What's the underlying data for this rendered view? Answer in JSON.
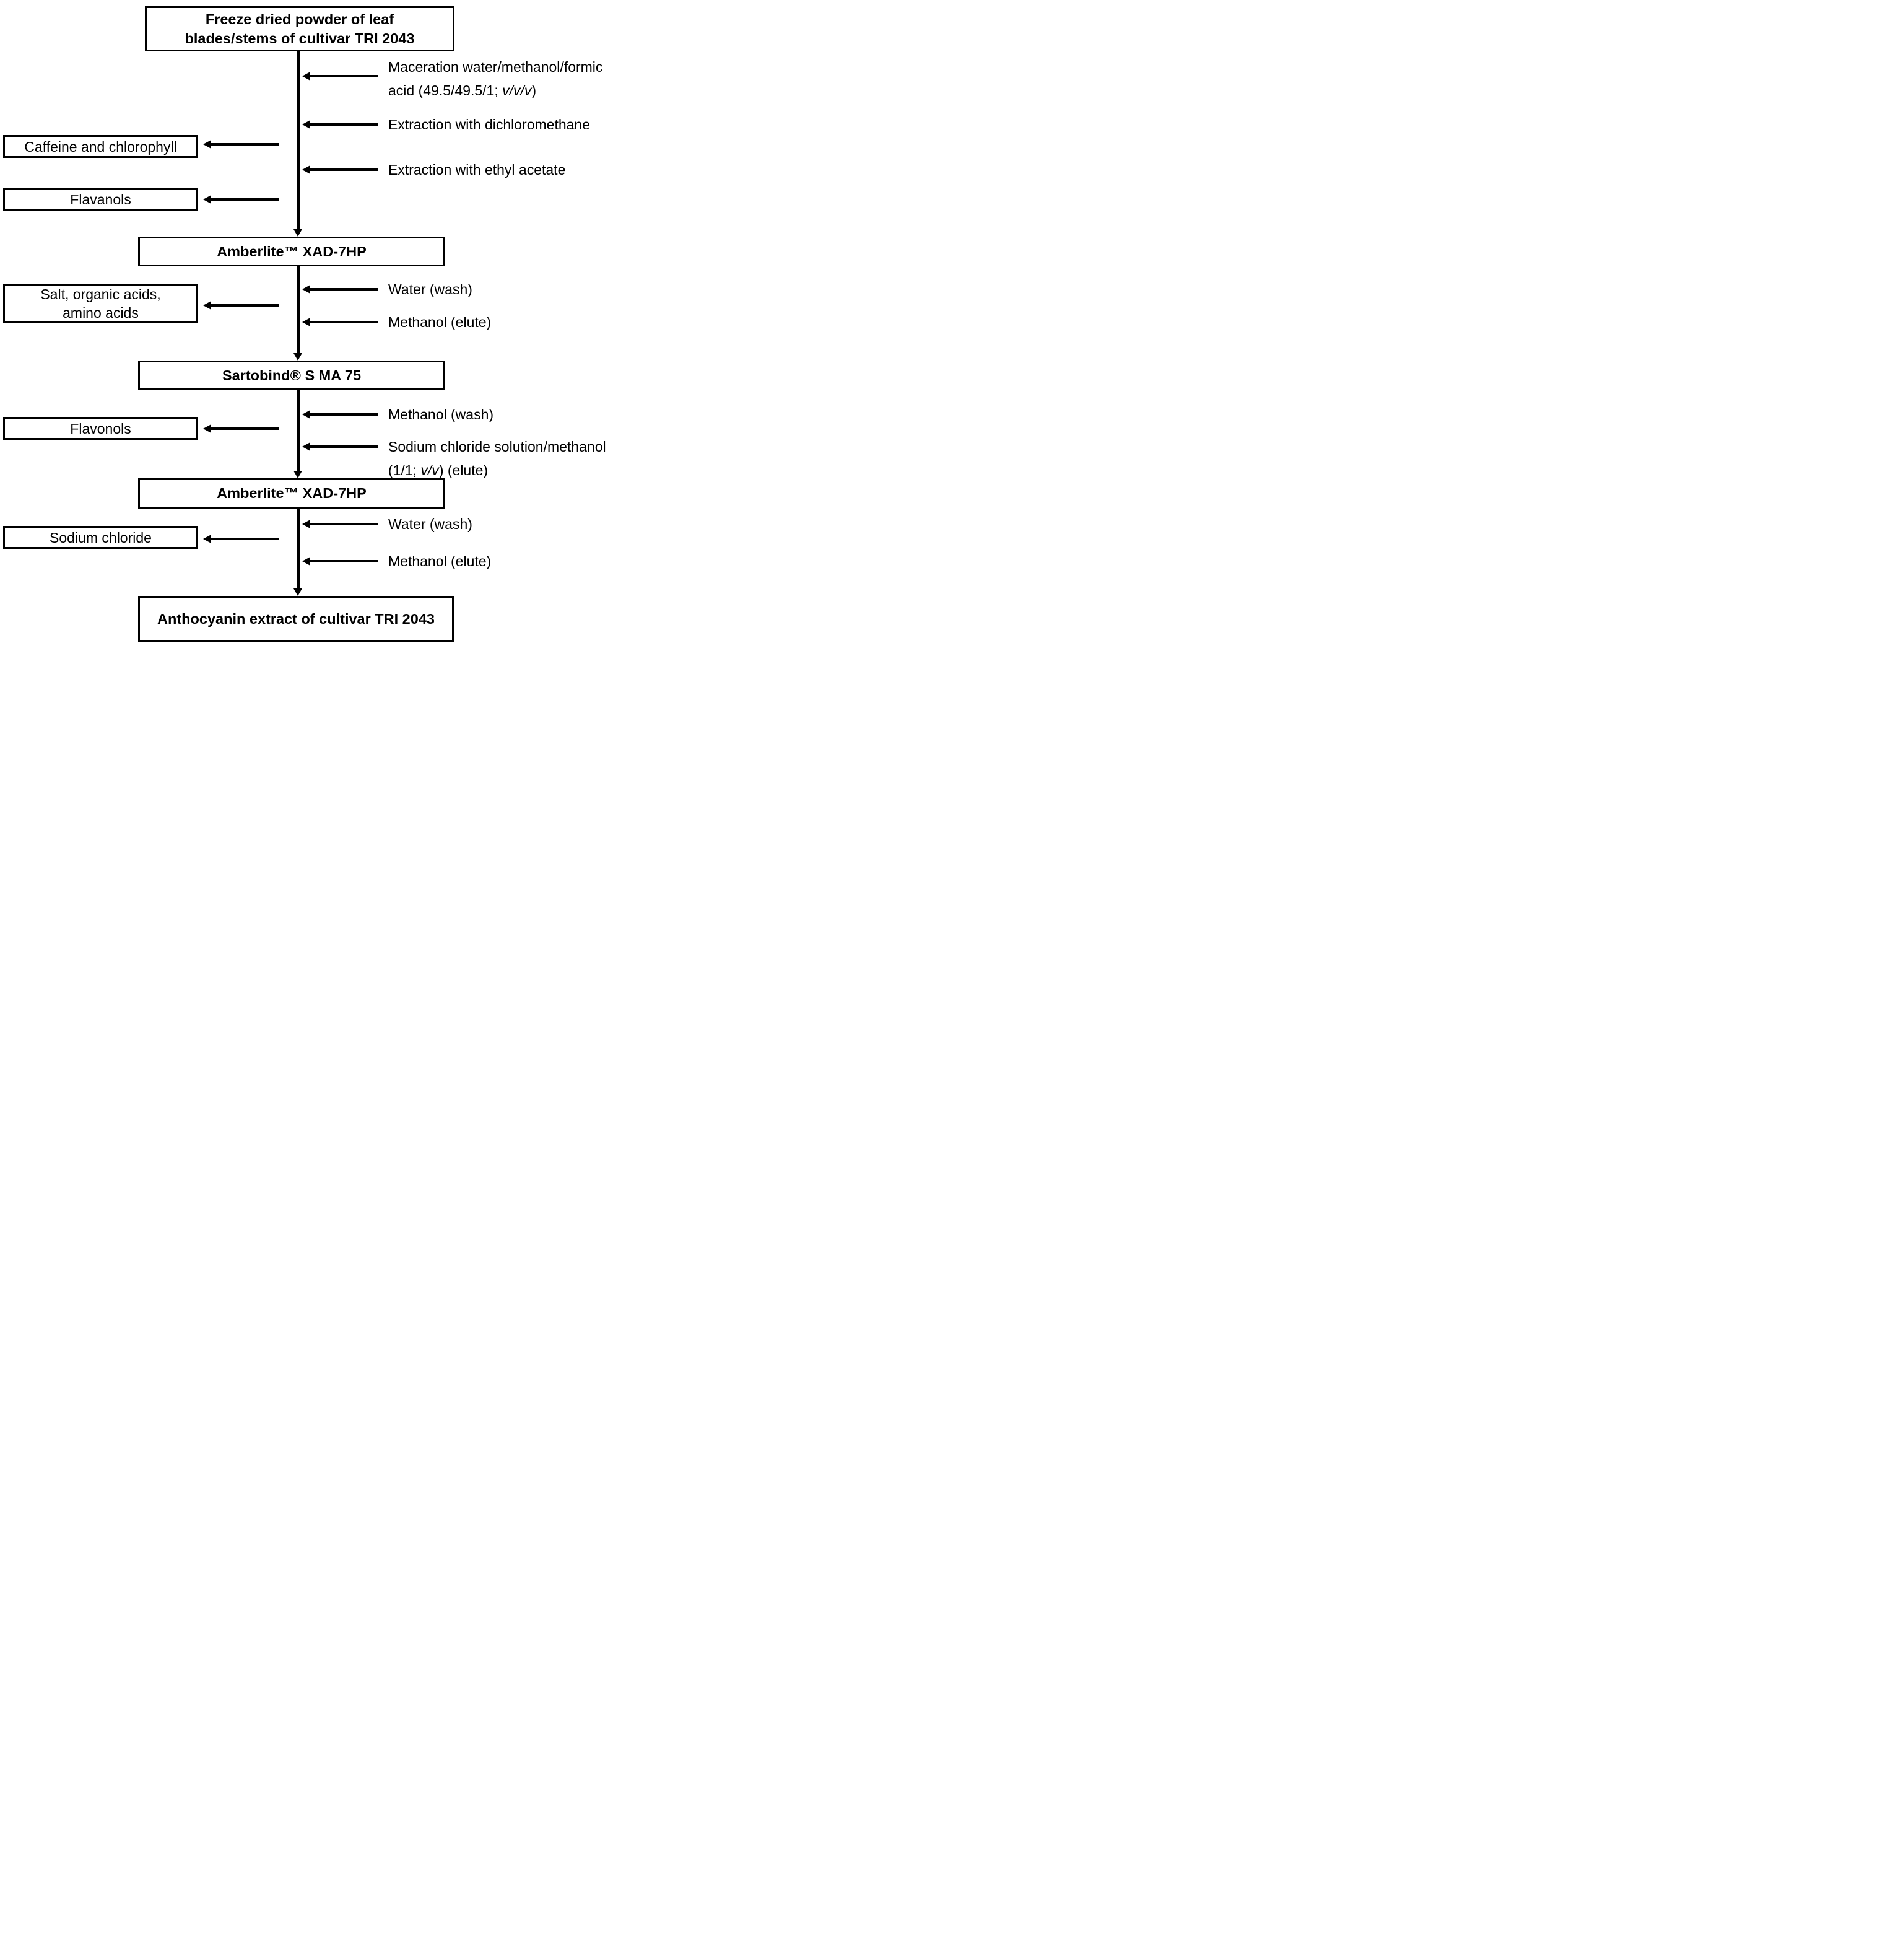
{
  "diagram": {
    "title_implied": "Anthocyanin extraction flow scheme",
    "colors": {
      "ink": "#000000",
      "paper": "#ffffff",
      "box_border": "#000000",
      "text": "#000000"
    },
    "process_nodes": [
      {
        "id": "source",
        "line1": "Freeze dried powder of leaf",
        "line2": "blades/stems of cultivar TRI 2043"
      },
      {
        "id": "amberlite-1",
        "label": "Amberlite™ XAD-7HP"
      },
      {
        "id": "sartobind",
        "label": "Sartobind® S MA 75"
      },
      {
        "id": "amberlite-2",
        "label": "Amberlite™ XAD-7HP"
      },
      {
        "id": "product",
        "label": "Anthocyanin extract of cultivar TRI 2043"
      }
    ],
    "byproduct_nodes": [
      {
        "id": "caffeine",
        "label": "Caffeine and chlorophyll"
      },
      {
        "id": "flavanols",
        "label": "Flavanols"
      },
      {
        "id": "salt-organic-amino",
        "line1": "Salt, organic acids,",
        "line2": "amino acids"
      },
      {
        "id": "flavonols",
        "label": "Flavonols"
      },
      {
        "id": "sodium-chloride",
        "label": "Sodium chloride"
      }
    ],
    "step_labels": [
      {
        "id": "maceration",
        "line1": "Maceration water/methanol/formic",
        "line2_prefix": "acid (49.5/49.5/1; ",
        "line2_italic": "v/v/v",
        "line2_suffix": ")"
      },
      {
        "id": "extraction-dcm",
        "label": "Extraction with dichloromethane"
      },
      {
        "id": "extraction-ethyl-acetate",
        "label": "Extraction with ethyl acetate"
      },
      {
        "id": "water-wash-1",
        "label": "Water (wash)"
      },
      {
        "id": "methanol-elute-1",
        "label": "Methanol (elute)"
      },
      {
        "id": "methanol-wash",
        "label": "Methanol (wash)"
      },
      {
        "id": "nacl-methanol-elute",
        "line1": "Sodium chloride solution/methanol",
        "line2_prefix": "(1/1; ",
        "line2_italic": "v/v",
        "line2_suffix": ") (elute)"
      },
      {
        "id": "water-wash-2",
        "label": "Water (wash)"
      },
      {
        "id": "methanol-elute-2",
        "label": "Methanol (elute)"
      }
    ]
  }
}
